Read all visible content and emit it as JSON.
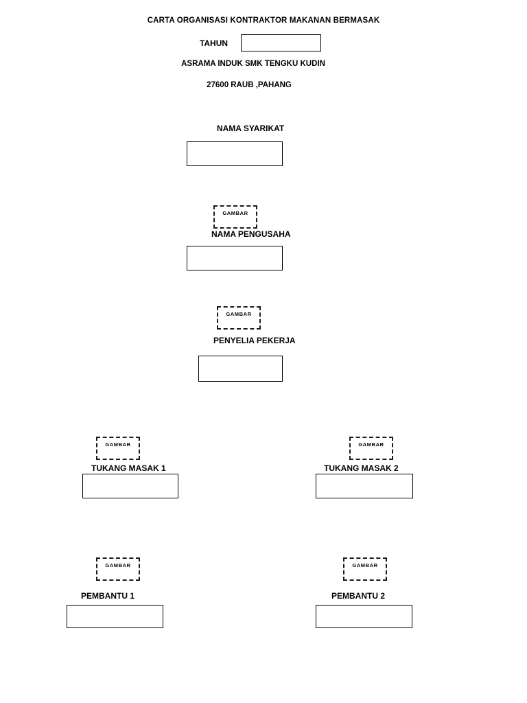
{
  "header": {
    "title": "CARTA ORGANISASI KONTRAKTOR  MAKANAN BERMASAK",
    "tahun_label": "TAHUN",
    "tahun_value": "",
    "subtitle_1": "ASRAMA INDUK SMK TENGKU KUDIN",
    "subtitle_2": "27600 RAUB ,PAHANG"
  },
  "gambar_placeholder": "GAMBAR",
  "nodes": [
    {
      "label": "NAMA SYARIKAT",
      "value": "",
      "has_photo": false
    },
    {
      "label": "NAMA PENGUSAHA",
      "value": "",
      "has_photo": true
    },
    {
      "label": "PENYELIA PEKERJA",
      "value": "",
      "has_photo": true
    },
    {
      "label": "TUKANG MASAK 1",
      "value": "",
      "has_photo": true
    },
    {
      "label": "TUKANG MASAK 2",
      "value": "",
      "has_photo": true
    },
    {
      "label": "PEMBANTU 1",
      "value": "",
      "has_photo": true
    },
    {
      "label": "PEMBANTU 2",
      "value": "",
      "has_photo": true
    }
  ]
}
